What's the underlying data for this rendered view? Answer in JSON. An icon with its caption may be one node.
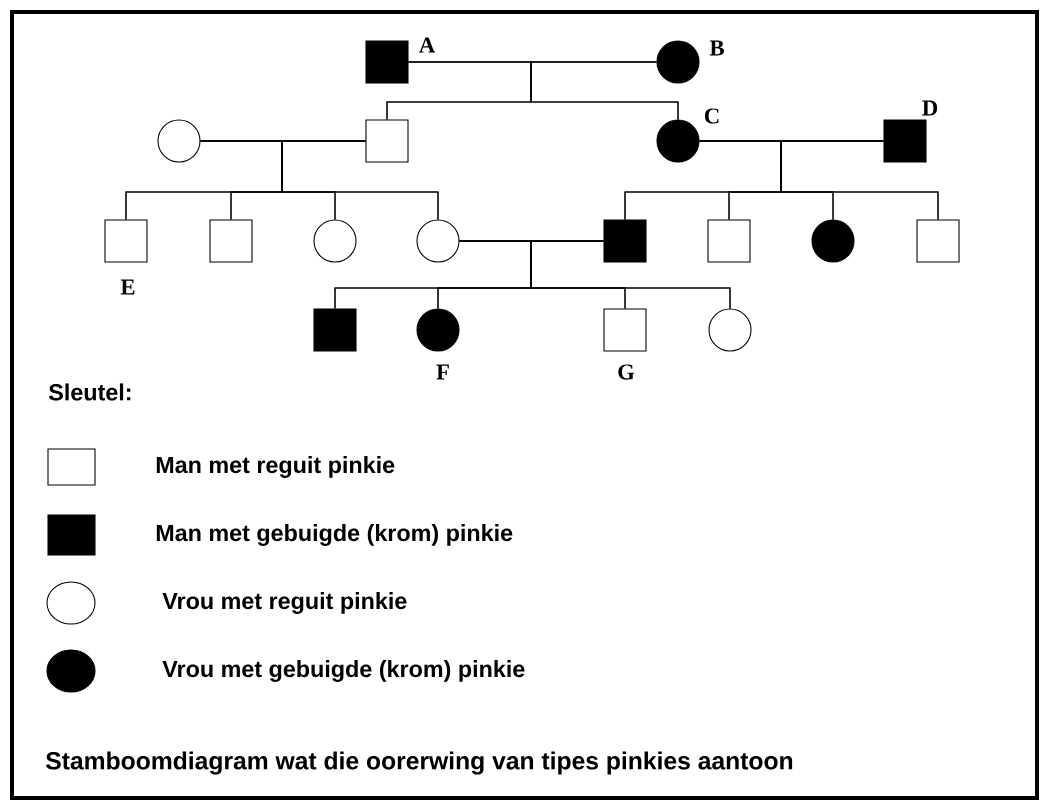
{
  "diagram": {
    "caption": "Stamboomdiagram wat die oorerwing van tipes pinkies aantoon",
    "nodes": [
      {
        "text": [],
        "shape": "box",
        "beside": [
          "A"
        ]
      },
      {
        "text": [],
        "shape": "circle",
        "beside": [
          "B"
        ]
      },
      {
        "text": [],
        "shape": "circle"
      },
      {
        "text": [],
        "shape": "box"
      },
      {
        "text": [],
        "shape": "circle",
        "beside": [
          "C"
        ]
      },
      {
        "text": [],
        "shape": "box",
        "beside": [
          "D"
        ]
      },
      {
        "text": [],
        "shape": "box",
        "beside": [
          "E"
        ]
      },
      {
        "text": [],
        "shape": "box"
      },
      {
        "text": [],
        "shape": "circle"
      },
      {
        "text": [],
        "shape": "circle"
      },
      {
        "text": [],
        "shape": "box"
      },
      {
        "text": [],
        "shape": "box"
      },
      {
        "text": [],
        "shape": "circle"
      },
      {
        "text": [],
        "shape": "box"
      },
      {
        "text": [],
        "shape": "box"
      },
      {
        "text": [],
        "shape": "circle",
        "beside": [
          "F"
        ]
      },
      {
        "text": [],
        "shape": "box",
        "beside": [
          "G"
        ]
      },
      {
        "text": [],
        "shape": "circle"
      }
    ],
    "edges": [
      {
        "from": 0,
        "to": 1,
        "arrow": "none"
      },
      {
        "from": 0,
        "to": 3,
        "arrow": "none"
      },
      {
        "from": 1,
        "to": 3,
        "arrow": "none"
      },
      {
        "from": 0,
        "to": 4,
        "arrow": "none"
      },
      {
        "from": 1,
        "to": 4,
        "arrow": "none"
      },
      {
        "from": 2,
        "to": 3,
        "arrow": "none"
      },
      {
        "from": 4,
        "to": 5,
        "arrow": "none"
      },
      {
        "from": 2,
        "to": 6,
        "arrow": "none"
      },
      {
        "from": 3,
        "to": 6,
        "arrow": "none"
      },
      {
        "from": 2,
        "to": 7,
        "arrow": "none"
      },
      {
        "from": 3,
        "to": 7,
        "arrow": "none"
      },
      {
        "from": 2,
        "to": 8,
        "arrow": "none"
      },
      {
        "from": 3,
        "to": 8,
        "arrow": "none"
      },
      {
        "from": 2,
        "to": 9,
        "arrow": "none"
      },
      {
        "from": 3,
        "to": 9,
        "arrow": "none"
      },
      {
        "from": 4,
        "to": 10,
        "arrow": "none"
      },
      {
        "from": 5,
        "to": 10,
        "arrow": "none"
      },
      {
        "from": 4,
        "to": 11,
        "arrow": "none"
      },
      {
        "from": 5,
        "to": 11,
        "arrow": "none"
      },
      {
        "from": 4,
        "to": 12,
        "arrow": "none"
      },
      {
        "from": 5,
        "to": 12,
        "arrow": "none"
      },
      {
        "from": 4,
        "to": 13,
        "arrow": "none"
      },
      {
        "from": 5,
        "to": 13,
        "arrow": "none"
      },
      {
        "from": 9,
        "to": 10,
        "arrow": "none"
      },
      {
        "from": 9,
        "to": 14,
        "arrow": "none"
      },
      {
        "from": 10,
        "to": 14,
        "arrow": "none"
      },
      {
        "from": 9,
        "to": 15,
        "arrow": "none"
      },
      {
        "from": 10,
        "to": 15,
        "arrow": "none"
      },
      {
        "from": 9,
        "to": 16,
        "arrow": "none"
      },
      {
        "from": 10,
        "to": 16,
        "arrow": "none"
      },
      {
        "from": 9,
        "to": 17,
        "arrow": "none"
      },
      {
        "from": 10,
        "to": 17,
        "arrow": "none"
      }
    ],
    "labels": [
      "Sleutel:"
    ],
    "legend": [
      {
        "text": "Man met reguit pinkie"
      },
      {
        "text": "Man met gebuigde (krom) pinkie"
      },
      {
        "text": "Vrou met reguit pinkie"
      },
      {
        "text": "Vrou met gebuigde (krom) pinkie"
      }
    ]
  }
}
